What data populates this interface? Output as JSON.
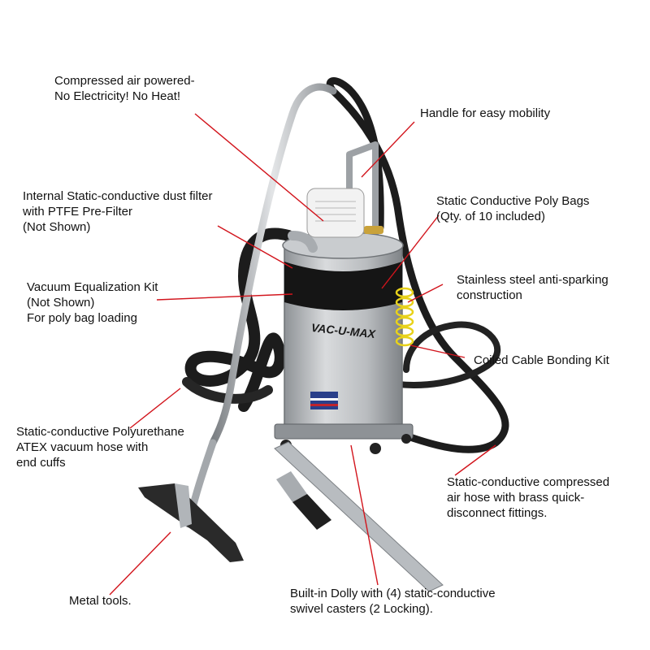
{
  "colors": {
    "leader_line": "#d2141c",
    "hose": "#1c1c1c",
    "steel": "#b9bcbf",
    "steel_dark": "#8e9296",
    "poly_bag": "#151515",
    "coil": "#e8d21a",
    "text": "#111111"
  },
  "product": {
    "brand_mark": "VAC-U-MAX"
  },
  "callouts": [
    {
      "id": "power",
      "lines": [
        "Compressed air powered-",
        "No Electricity!  No Heat!"
      ]
    },
    {
      "id": "handle",
      "lines": [
        "Handle for easy mobility"
      ]
    },
    {
      "id": "filter",
      "lines": [
        "Internal Static-conductive dust filter",
        "with PTFE Pre-Filter",
        "(Not Shown)"
      ]
    },
    {
      "id": "bags",
      "lines": [
        "Static Conductive Poly Bags",
        "(Qty. of 10 included)"
      ]
    },
    {
      "id": "steel",
      "lines": [
        "Stainless steel anti-sparking",
        "construction"
      ]
    },
    {
      "id": "equalization",
      "lines": [
        "Vacuum Equalization Kit",
        "(Not Shown)",
        "For poly bag loading"
      ]
    },
    {
      "id": "bonding",
      "lines": [
        "Coiled Cable Bonding Kit"
      ]
    },
    {
      "id": "hose",
      "lines": [
        "Static-conductive Polyurethane",
        "ATEX vacuum hose with",
        "end cuffs"
      ]
    },
    {
      "id": "airhose",
      "lines": [
        "Static-conductive compressed",
        "air hose with brass quick-",
        "disconnect fittings."
      ]
    },
    {
      "id": "tools",
      "lines": [
        "Metal tools."
      ]
    },
    {
      "id": "dolly",
      "lines": [
        "Built-in Dolly with (4) static-conductive",
        "swivel casters (2 Locking)."
      ]
    }
  ]
}
